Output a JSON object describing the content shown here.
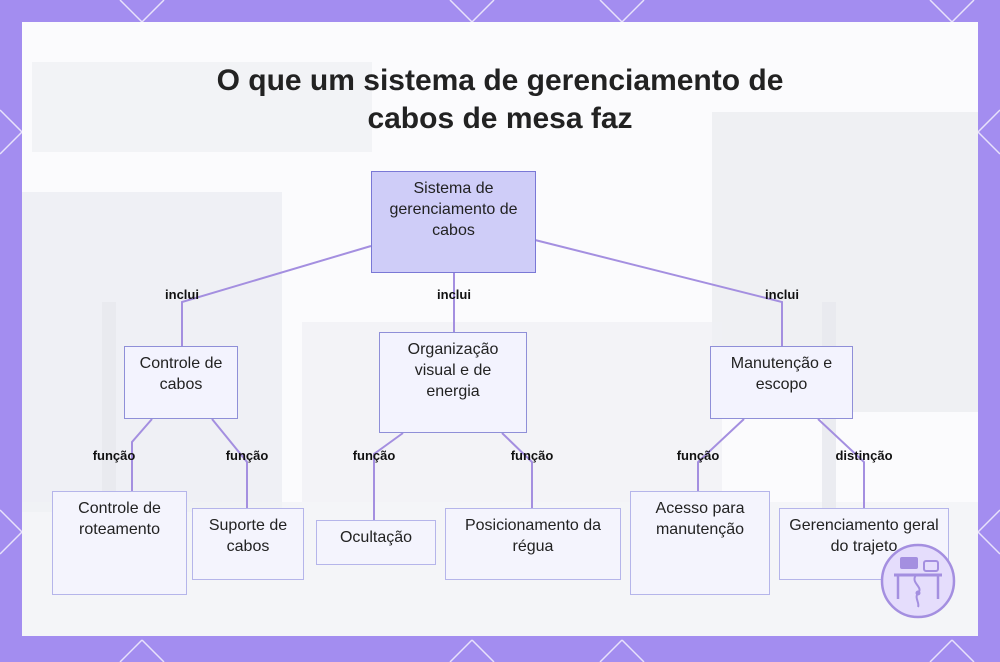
{
  "title": {
    "line1": "O que um sistema de gerenciamento de",
    "line2": "cabos de mesa faz"
  },
  "root": {
    "label": "Sistema de gerenciamento de cabos"
  },
  "branches": [
    {
      "label": "Controle de cabos",
      "edge_label": "inclui",
      "children": [
        {
          "label": "Controle de roteamento",
          "edge_label": "função"
        },
        {
          "label": "Suporte de cabos",
          "edge_label": "função"
        }
      ]
    },
    {
      "label": "Organização visual e de energia",
      "edge_label": "inclui",
      "children": [
        {
          "label": "Ocultação",
          "edge_label": "função"
        },
        {
          "label": "Posicionamento da régua",
          "edge_label": "função"
        }
      ]
    },
    {
      "label": "Manutenção e escopo",
      "edge_label": "inclui",
      "children": [
        {
          "label": "Acesso para manutenção",
          "edge_label": "função"
        },
        {
          "label": "Gerenciamento geral do trajeto",
          "edge_label": "distinção"
        }
      ]
    }
  ],
  "colors": {
    "frame": "#a38df0",
    "edge": "#a48fe0",
    "node_border": "#8f8fd8",
    "node_fill": "#f3f3fe",
    "root_fill": "#cfcdf8"
  },
  "icons": {
    "logo": "desk-cable-logo-icon"
  }
}
